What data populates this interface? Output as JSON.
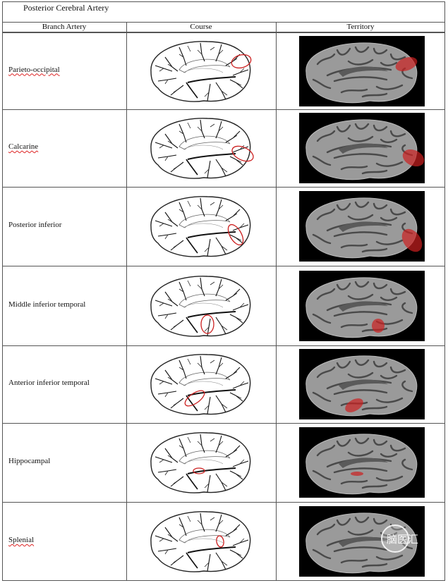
{
  "table": {
    "title": "Posterior Cerebral Artery",
    "headers": {
      "branch": "Branch Artery",
      "course": "Course",
      "territory": "Territory"
    },
    "rows": [
      {
        "label": "Parieto-occipital",
        "misspelled": true
      },
      {
        "label": "Calcarine",
        "misspelled": true
      },
      {
        "label": "Posterior inferior",
        "misspelled": false
      },
      {
        "label": "Middle inferior temporal",
        "misspelled": false
      },
      {
        "label": "Anterior inferior temporal",
        "misspelled": false
      },
      {
        "label": "Hippocampal",
        "misspelled": false
      },
      {
        "label": "Splenial",
        "misspelled": true
      }
    ]
  },
  "watermark": {
    "text": "脑医汇"
  },
  "colors": {
    "highlight": "#cc1f1f",
    "grid": "#555555",
    "territory_bg": "#000000",
    "brain": "#9a9a9a"
  }
}
